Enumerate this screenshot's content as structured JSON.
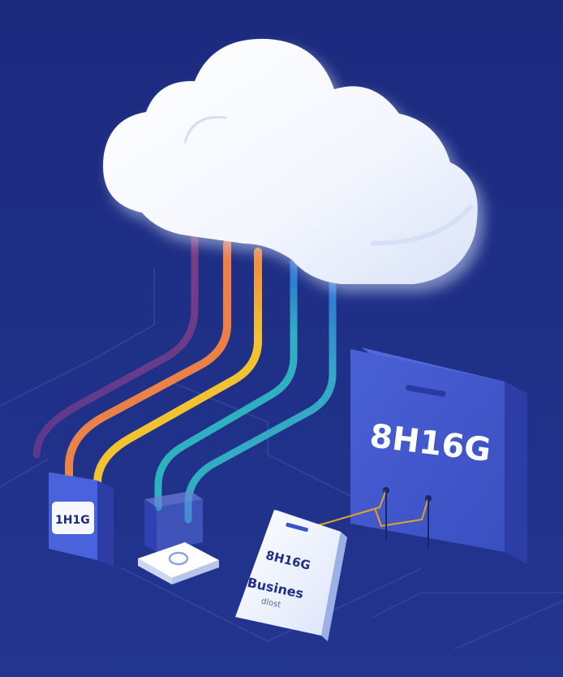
{
  "labels": {
    "large_panel": "8H16G",
    "small_device": "1H1G",
    "card_spec": "8H16G",
    "card_title": "Busines",
    "card_subtitle": "dlost"
  },
  "colors": {
    "background": "#1f2f86",
    "cloud": "#ffffff",
    "cloud_shade": "#d7e1f8",
    "panel": "#3d52c4",
    "cable_purple": "#6b3f8f",
    "cable_orange": "#e8844a",
    "cable_yellow": "#f2c230",
    "cable_teal": "#2fb0c0",
    "cable_blue": "#2d6cd8",
    "wire_gold": "#e3a326"
  },
  "icons": [
    "cloud-icon",
    "router-icon"
  ]
}
